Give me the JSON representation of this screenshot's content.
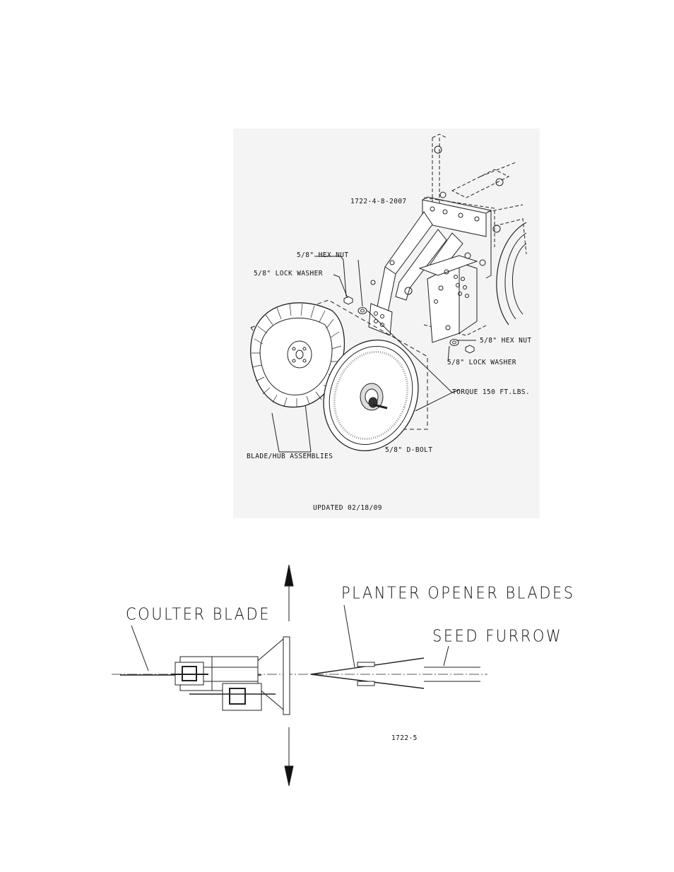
{
  "upper_diagram": {
    "drawing_number": "1722-4-8-2007",
    "labels": {
      "hex_nut_left": "5/8\" HEX NUT",
      "lock_washer_left": "5/8\" LOCK WASHER",
      "hex_nut_right": "5/8\" HEX NUT",
      "lock_washer_right": "5/8\" LOCK WASHER",
      "torque": "TORQUE 150 FT.LBS.",
      "d_bolt": "5/8\" D-BOLT",
      "blade_hub": "BLADE/HUB ASSEMBLIES"
    },
    "updated": "UPDATED 02/18/09"
  },
  "lower_diagram": {
    "labels": {
      "coulter_blade": "COULTER BLADE",
      "planter_opener_blades": "PLANTER OPENER BLADES",
      "seed_furrow": "SEED FURROW"
    },
    "drawing_number": "1722-5"
  }
}
